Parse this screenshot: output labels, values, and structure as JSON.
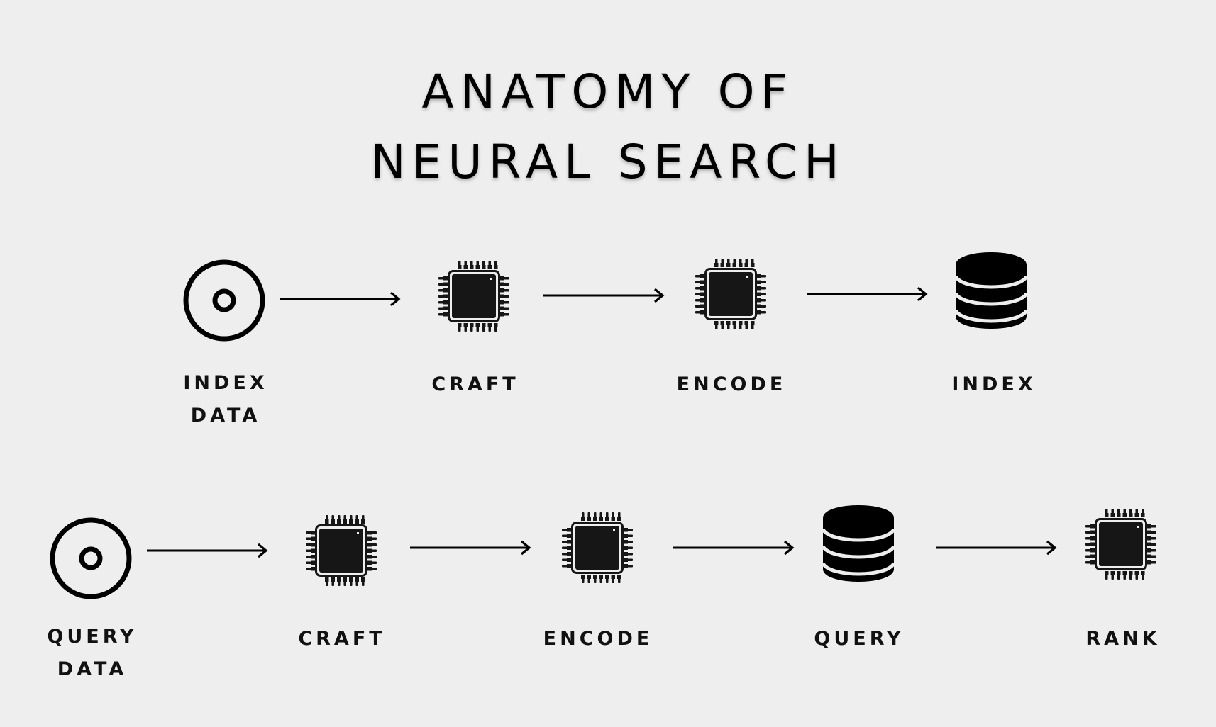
{
  "title": {
    "line1": "ANATOMY OF",
    "line2": "NEURAL SEARCH"
  },
  "colors": {
    "background": "#eeeeee",
    "ink": "#000000",
    "chip_fill": "#161616"
  },
  "index_flow": {
    "nodes": [
      {
        "icon": "disc-icon",
        "label_lines": [
          "INDEX",
          "DATA"
        ]
      },
      {
        "icon": "chip-icon",
        "label_lines": [
          "CRAFT"
        ]
      },
      {
        "icon": "chip-icon",
        "label_lines": [
          "ENCODE"
        ]
      },
      {
        "icon": "database-icon",
        "label_lines": [
          "INDEX"
        ]
      }
    ],
    "edges": [
      "arrow-right",
      "arrow-right",
      "arrow-right"
    ]
  },
  "query_flow": {
    "nodes": [
      {
        "icon": "disc-icon",
        "label_lines": [
          "QUERY",
          "DATA"
        ]
      },
      {
        "icon": "chip-icon",
        "label_lines": [
          "CRAFT"
        ]
      },
      {
        "icon": "chip-icon",
        "label_lines": [
          "ENCODE"
        ]
      },
      {
        "icon": "database-icon",
        "label_lines": [
          "QUERY"
        ]
      },
      {
        "icon": "chip-icon",
        "label_lines": [
          "RANK"
        ]
      }
    ],
    "edges": [
      "arrow-right",
      "arrow-right",
      "arrow-right",
      "arrow-right"
    ]
  }
}
